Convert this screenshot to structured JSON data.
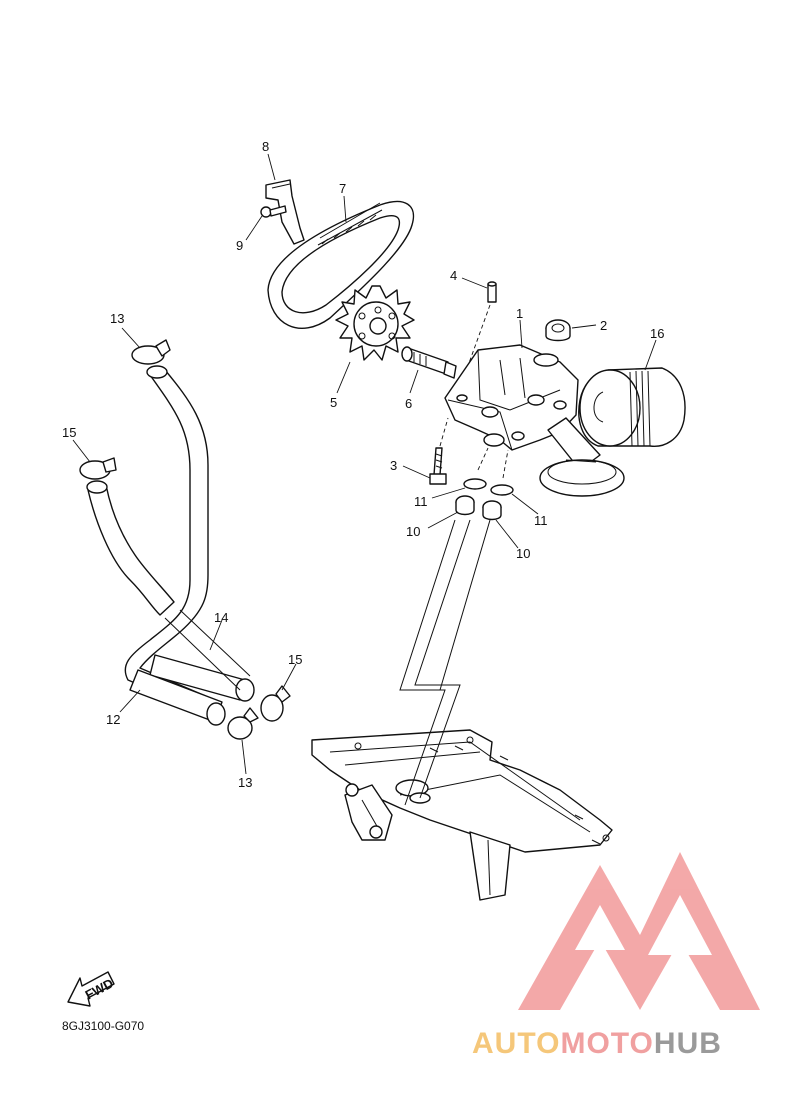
{
  "diagram": {
    "drawing_code": "8GJ3100-G070",
    "fwd_label": "FWD",
    "callouts": {
      "c1": "1",
      "c2": "2",
      "c3": "3",
      "c4": "4",
      "c5": "5",
      "c6": "6",
      "c7": "7",
      "c8": "8",
      "c9": "9",
      "c10a": "10",
      "c10b": "10",
      "c11a": "11",
      "c11b": "11",
      "c12": "12",
      "c13a": "13",
      "c13b": "13",
      "c14": "14",
      "c15a": "15",
      "c15b": "15",
      "c16": "16"
    }
  },
  "watermark": {
    "part1": "AUTO",
    "part2": "MOTO",
    "part3": "HUB",
    "color_auto": "#f5c77a",
    "color_moto": "#f0a0a0",
    "color_hub": "#9a9a9a",
    "logo_color": "#f29a9a"
  }
}
